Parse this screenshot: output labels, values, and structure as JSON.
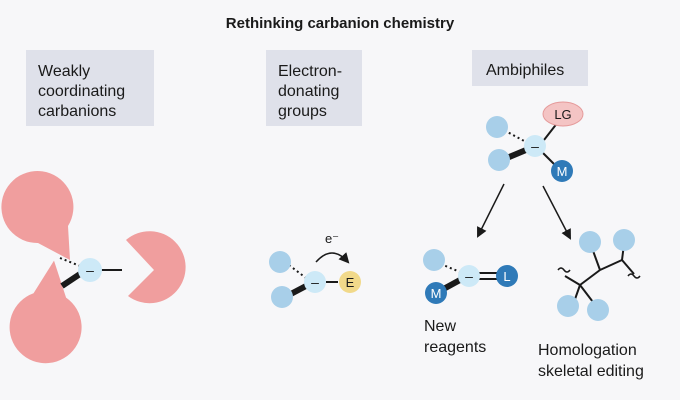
{
  "title": "Rethinking carbanion chemistry",
  "panels": {
    "weakly": [
      "Weakly",
      "coordinating",
      "carbanions"
    ],
    "edg": [
      "Electron-",
      "donating",
      "groups"
    ],
    "ambi": [
      "Ambiphiles"
    ]
  },
  "labels": {
    "charge": "–",
    "electron": "e⁻",
    "electrophile": "E",
    "leaving_group": "LG",
    "metal": "M",
    "ligand": "L"
  },
  "captions": {
    "new_reagents": [
      "New",
      "reagents"
    ],
    "homologation": [
      "Homologation",
      "skeletal editing"
    ]
  },
  "colors": {
    "panel_bg": "#dfe1ea",
    "carbon_light": "#cde9f7",
    "substituent": "#a8cfe9",
    "metal": "#2f7ab8",
    "electrophile": "#f1d98a",
    "leaving_group": "#f4c4c4",
    "counterion": "#ef8e8e"
  }
}
